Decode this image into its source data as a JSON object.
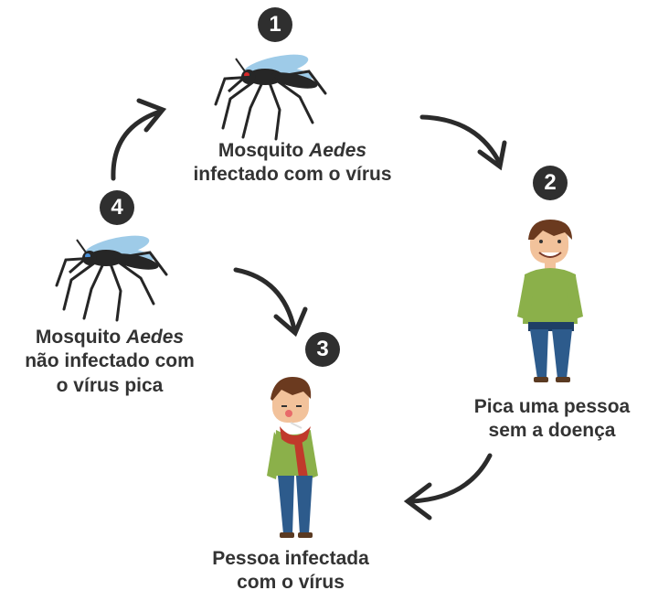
{
  "steps": [
    {
      "number": "1",
      "line1_prefix": "Mosquito ",
      "line1_italic": "Aedes",
      "line2": "infectado com o vírus"
    },
    {
      "number": "2",
      "line1": "Pica uma pessoa",
      "line2": "sem a doença"
    },
    {
      "number": "3",
      "line1": "Pessoa infectada",
      "line2": "com o vírus"
    },
    {
      "number": "4",
      "line1_prefix": "Mosquito ",
      "line1_italic": "Aedes",
      "line2": "não infectado com",
      "line3": "o vírus pica"
    }
  ],
  "colors": {
    "text": "#333333",
    "badge": "#2f2f2f",
    "arrow": "#2b2b2b",
    "mosquito_body": "#262626",
    "mosquito_wing": "#9ecbe8",
    "infected_eye": "#d62828",
    "healthy_eye": "#4a90d9",
    "shirt": "#8bb04a",
    "jeans": "#2d5b8c",
    "scarf": "#c0392b",
    "hair": "#6b3a1f",
    "skin": "#f2c29b"
  }
}
